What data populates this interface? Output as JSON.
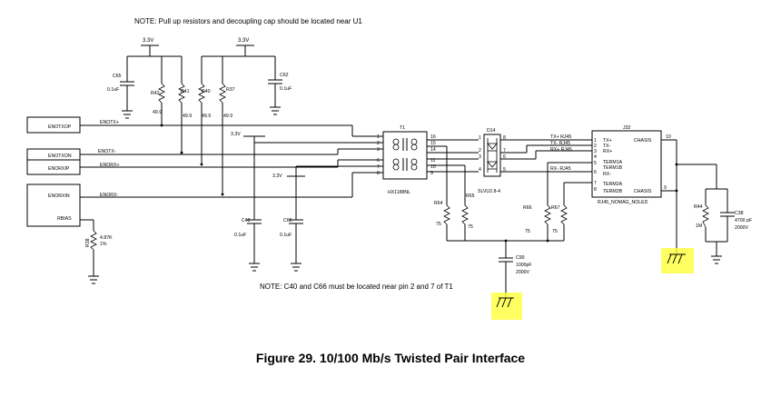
{
  "notes": {
    "top": "NOTE: Pull up resistors and decoupling cap should be located near U1",
    "bottom": "NOTE: C40  and C66 must be located near pin 2 and 7 of T1"
  },
  "caption": "Figure 29.  10/100 Mb/s Twisted Pair Interface",
  "nets": {
    "ENOTXOP": "ENOTXOP",
    "ENOTXON": "ENOTXON",
    "ENORXIP": "ENORXIP",
    "ENORXIN": "ENORXIN",
    "RBIAS": "RBIAS",
    "ENOTXplus": "ENOTX+",
    "ENOTXminus": "ENOTX-",
    "ENORXplus": "ENORX+",
    "ENORXminus": "ENORX-",
    "supply": "3.3V"
  },
  "components": {
    "C65": {
      "ref": "C65",
      "value": "0.1uF"
    },
    "R42": {
      "ref": "R42",
      "value": "49.9"
    },
    "R41": {
      "ref": "R41",
      "value": "49.9"
    },
    "R40": {
      "ref": "R40",
      "value": "49.9"
    },
    "R37": {
      "ref": "R37",
      "value": "49.9"
    },
    "C62": {
      "ref": "C62",
      "value": "0.1uF"
    },
    "C40": {
      "ref": "C40",
      "value": "0.1uF"
    },
    "C66": {
      "ref": "C66",
      "value": "0.1uF"
    },
    "R38": {
      "ref": "R38",
      "value": "4.87K",
      "tol": "1%"
    },
    "T1": {
      "ref": "T1",
      "part": "HX1188NL",
      "pins_left": [
        "1",
        "2",
        "3",
        "6",
        "7",
        "8"
      ],
      "pins_right": [
        "16",
        "15",
        "14",
        "11",
        "10",
        "9"
      ]
    },
    "R64": {
      "ref": "R64",
      "value": "75"
    },
    "R65": {
      "ref": "R65",
      "value": "75"
    },
    "D14": {
      "ref": "D14",
      "part": "SLVU2.8-4",
      "pins_left": [
        "1",
        "2",
        "3",
        "4"
      ],
      "pins_right": [
        "8",
        "7",
        "6",
        "5"
      ]
    },
    "R66": {
      "ref": "R66",
      "value": "75"
    },
    "R67": {
      "ref": "R67",
      "value": "75"
    },
    "C90": {
      "ref": "C90",
      "value": "1000pF",
      "rating": "2000V"
    },
    "J32": {
      "ref": "J32",
      "part": "RJ45_NOMAG_NOLED",
      "pins_left": [
        "TX+",
        "TX-",
        "RX+",
        "TERM1A",
        "TERM1B",
        "RX-",
        "TERM2A",
        "TERM2B"
      ],
      "pin_numbers": [
        "1",
        "2",
        "3",
        "4",
        "5",
        "6",
        "7",
        "8"
      ],
      "chassis": "CHASIS",
      "chassis_pins": [
        "10",
        "9"
      ]
    },
    "R44": {
      "ref": "R44",
      "value": "1M"
    },
    "C38": {
      "ref": "C38",
      "value": "4700 pF",
      "rating": "2000V"
    }
  },
  "rj45_nets": [
    "TX+ RJ45",
    "TX- RJ45",
    "RX+ RJ45",
    "RX- RJ45"
  ],
  "highlight_color": "#ffff3a"
}
